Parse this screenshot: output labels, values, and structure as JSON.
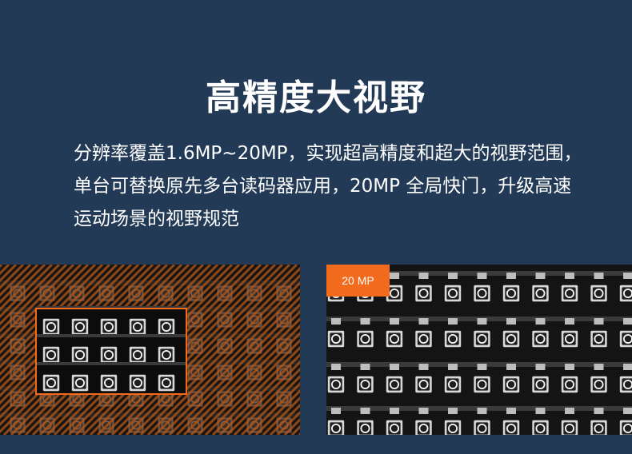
{
  "heading": "高精度大视野",
  "description": "分辨率覆盖1.6MP~20MP，实现超高精度和超大的视野范围，单台可替换原先多台读码器应用，20MP 全局快门，升级高速运动场景的视野规范",
  "right_panel": {
    "badge": "20 MP"
  },
  "colors": {
    "background": "#233a57",
    "accent": "#f26a1b",
    "text": "#ffffff"
  }
}
